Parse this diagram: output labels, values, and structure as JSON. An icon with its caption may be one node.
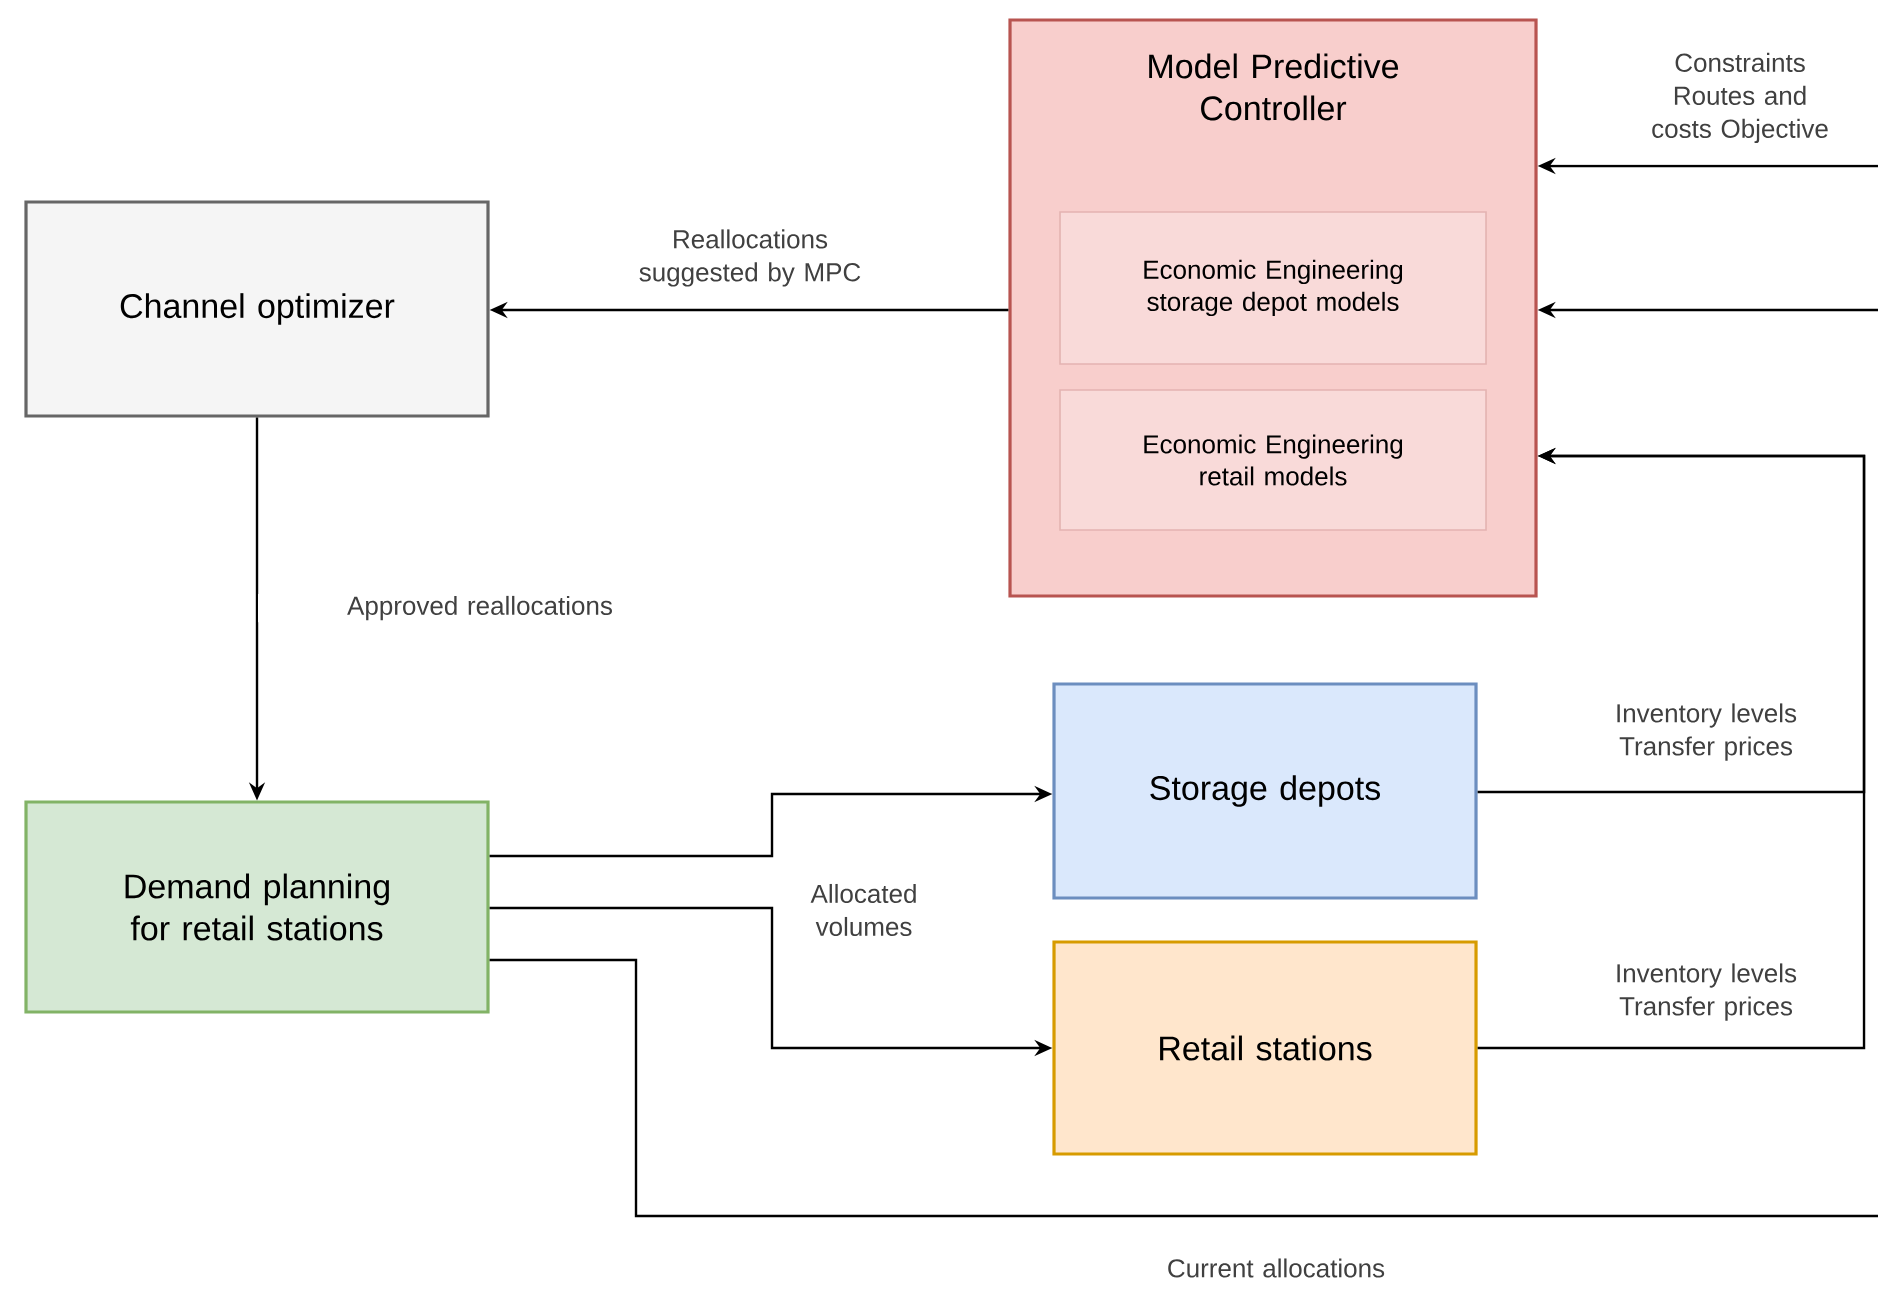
{
  "diagram": {
    "nodes": [
      {
        "text": [
          "Model Predictive Controller"
        ]
      },
      {
        "text": [
          "Economic Engineering storage depot models"
        ],
        "in": 0
      },
      {
        "text": [
          "Economic Engineering retail models"
        ],
        "in": 0
      },
      {
        "text": [
          "Channel optimizer"
        ]
      },
      {
        "text": [
          "Demand planning for retail stations"
        ]
      },
      {
        "text": [
          "Storage depots"
        ]
      },
      {
        "text": [
          "Retail stations"
        ]
      }
    ],
    "edges": [
      {
        "from": null,
        "to": 0,
        "arrow": "to",
        "label": "Constraints Routes and costs Objective"
      },
      {
        "from": null,
        "to": 0,
        "arrow": "to"
      },
      {
        "from": 5,
        "to": 0,
        "arrow": "to",
        "label": "Inventory levels Transfer prices"
      },
      {
        "from": 6,
        "to": 0,
        "arrow": "to",
        "label": "Inventory levels Transfer prices"
      },
      {
        "from": 0,
        "to": 3,
        "arrow": "to",
        "label": "Reallocations suggested by MPC"
      },
      {
        "from": 3,
        "to": 4,
        "arrow": "to",
        "label": "Approved reallocations"
      },
      {
        "from": 4,
        "to": 5,
        "arrow": "to"
      },
      {
        "from": 4,
        "to": 6,
        "arrow": "to"
      },
      {
        "from": 4,
        "to": null,
        "arrow": "none",
        "label": "Current allocations"
      }
    ],
    "labels": [
      "Allocated volumes"
    ]
  }
}
